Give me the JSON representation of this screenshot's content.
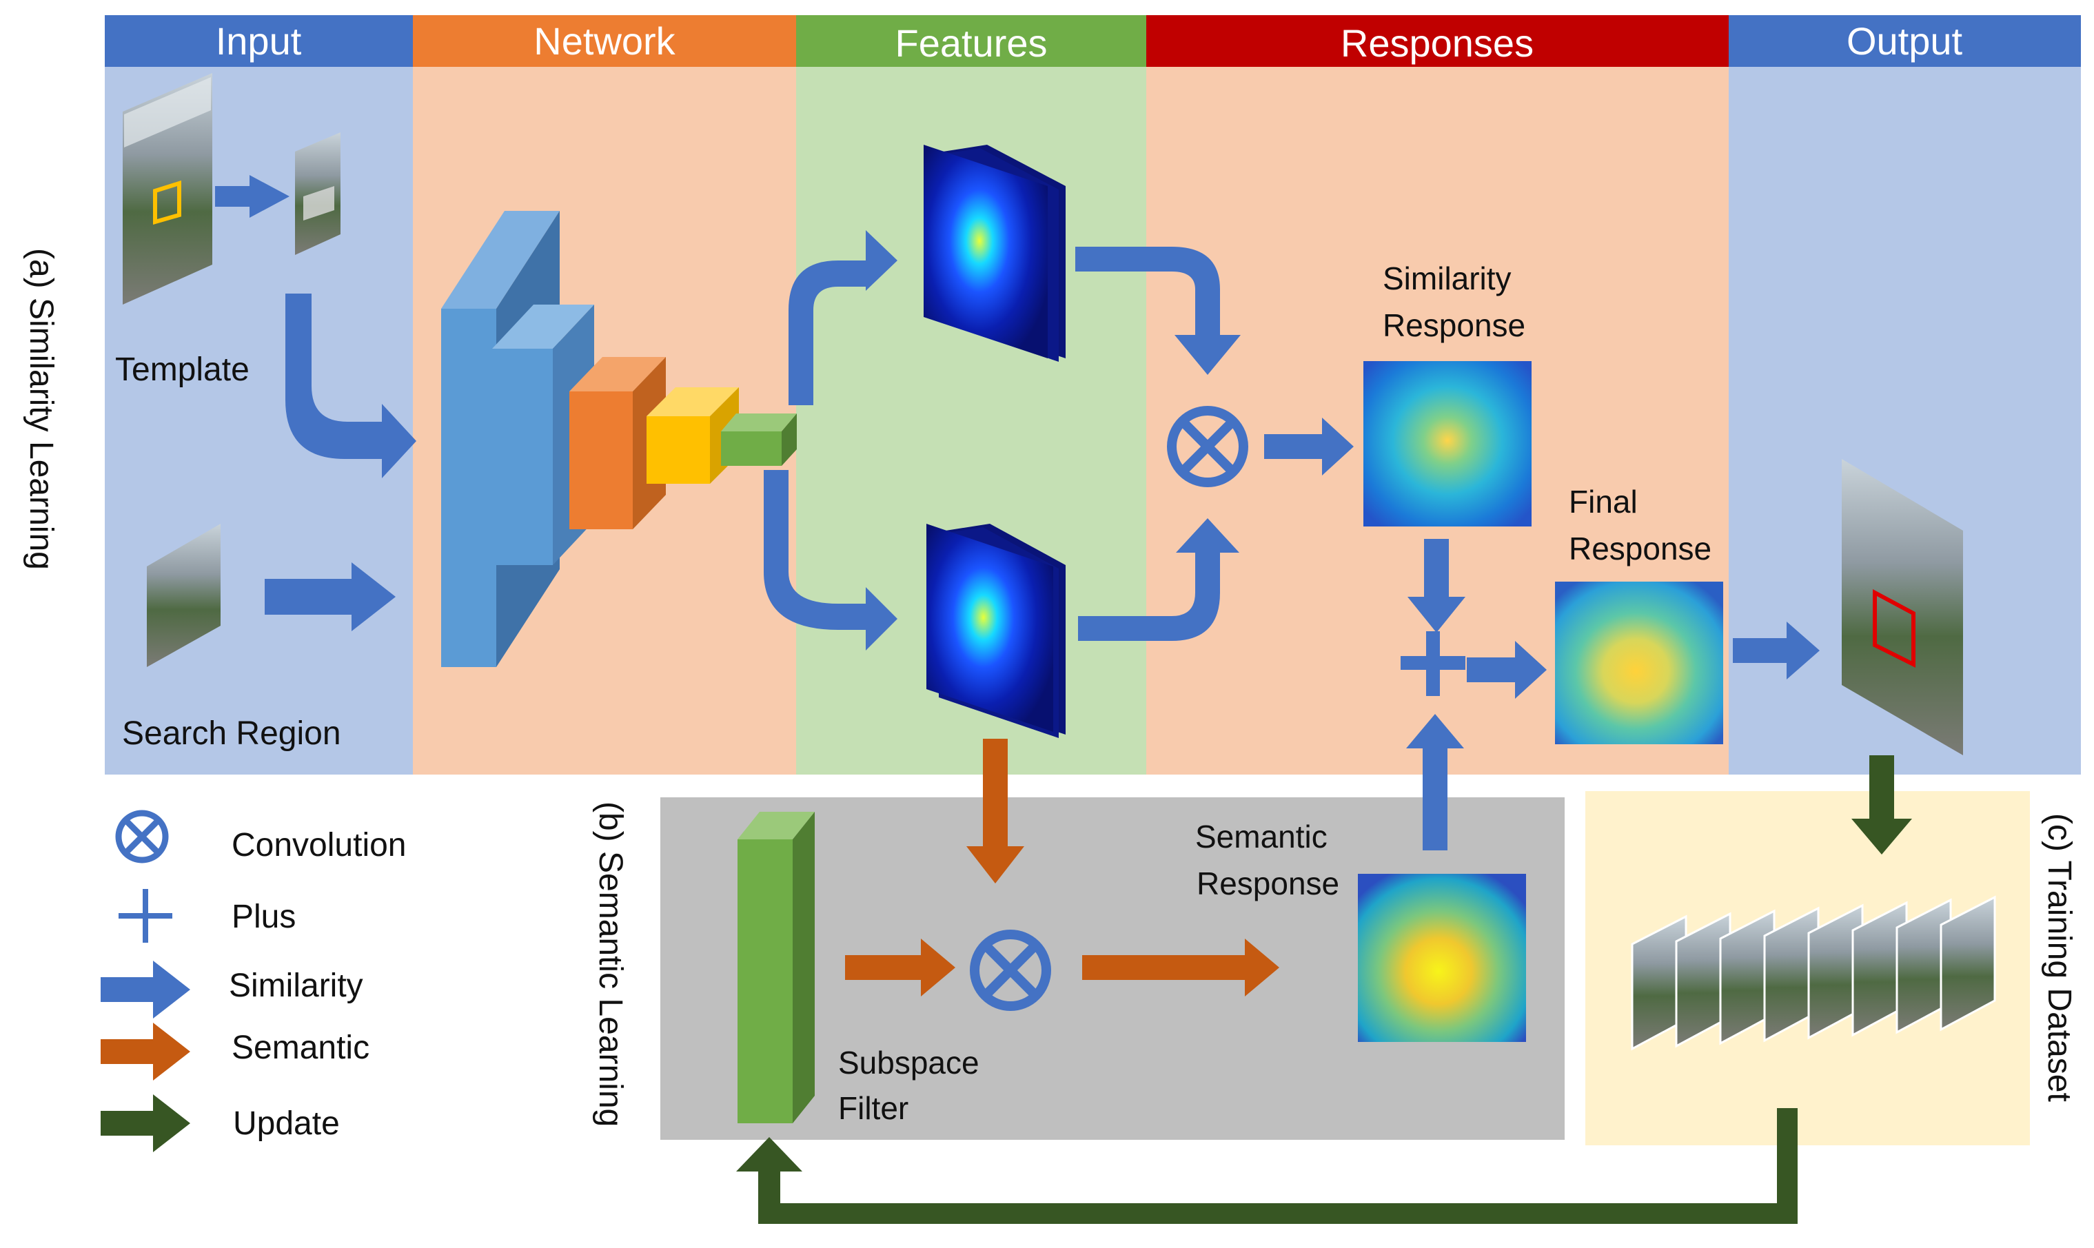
{
  "headers": {
    "input": "Input",
    "network": "Network",
    "features": "Features",
    "responses": "Responses",
    "output": "Output"
  },
  "side_labels": {
    "similarity_learning": "(a)  Similarity Learning",
    "semantic_learning": "(b) Semantic Learning",
    "training_dataset": "(c) Training Dataset"
  },
  "labels": {
    "template": "Template",
    "search_region": "Search Region",
    "similarity_response_1": "Similarity",
    "similarity_response_2": "Response",
    "final_response_1": "Final",
    "final_response_2": "Response",
    "semantic_response_1": "Semantic",
    "semantic_response_2": "Response",
    "subspace_filter_1": "Subspace",
    "subspace_filter_2": "Filter"
  },
  "legend": {
    "convolution": "Convolution",
    "plus": "Plus",
    "similarity": "Similarity",
    "semantic": "Semantic",
    "update": "Update"
  },
  "colors": {
    "input_header": "#4472C4",
    "network_header": "#ED7D31",
    "features_header": "#70AD47",
    "responses_header": "#C00000",
    "output_header": "#4472C4",
    "similarity_arrow": "#4472C4",
    "semantic_arrow": "#C55A11",
    "update_arrow": "#375623"
  },
  "icons": [
    "convolution-icon",
    "plus-icon",
    "similarity-arrow-icon",
    "semantic-arrow-icon",
    "update-arrow-icon"
  ]
}
